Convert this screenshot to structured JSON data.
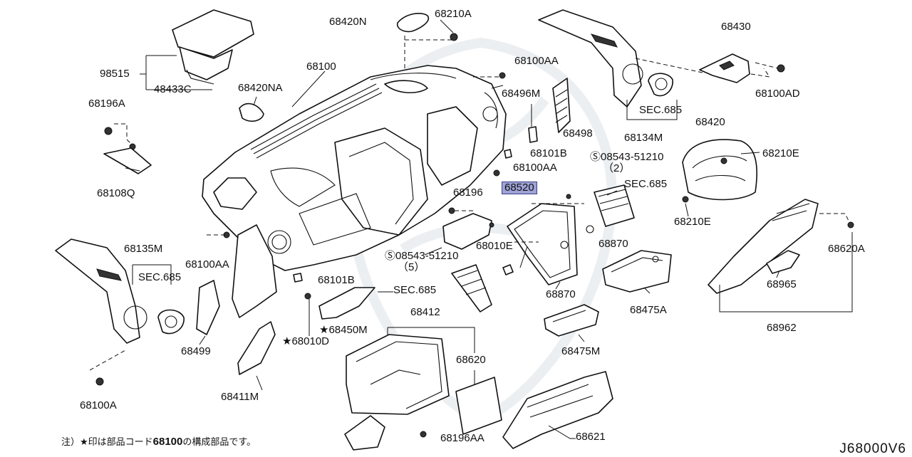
{
  "diagram": {
    "labels": {
      "p68420N": "68420N",
      "p68210A": "68210A",
      "p68430": "68430",
      "p98515": "98515",
      "p48433C": "48433C",
      "p68100": "68100",
      "p68100AA_top": "68100AA",
      "p68100AD": "68100AD",
      "p68420NA": "68420NA",
      "p68496M": "68496M",
      "p68196A": "68196A",
      "sec685_a": "SEC.685",
      "p68134M": "68134M",
      "p68498": "68498",
      "p68420": "68420",
      "p68101B_top": "68101B",
      "p08543_51210_top": "08543-51210",
      "qty2": "（2）",
      "p68210E_right": "68210E",
      "p68108Q": "68108Q",
      "p68100AA_mid": "68100AA",
      "p68520": "68520",
      "sec685_b": "SEC.685",
      "p68196": "68196",
      "p68210E_low": "68210E",
      "p68135M": "68135M",
      "p68100AA_left": "68100AA",
      "p68870_right": "68870",
      "p68620A": "68620A",
      "sec685_c": "SEC.685",
      "p08543_51210_low": "08543-51210",
      "qty5": "（5）",
      "p68010E": "68010E",
      "p68101B_low": "68101B",
      "sec685_d": "SEC.685",
      "p68870_low": "68870",
      "p68965": "68965",
      "p68475A": "68475A",
      "p68412": "68412",
      "p68499": "68499",
      "p68450M": "★68450M",
      "p68010D": "★68010D",
      "p68962": "68962",
      "p68620": "68620",
      "p68475M": "68475M",
      "p68411M": "68411M",
      "p68100A": "68100A",
      "p68196AA": "68196AA",
      "p68621": "68621"
    },
    "footnote": {
      "prefix": "注）★印は部品コード",
      "code": "68100",
      "suffix": "の構成部品です。"
    },
    "diagram_code": "J68000V6",
    "highlight_color": "#9ea3d6"
  }
}
